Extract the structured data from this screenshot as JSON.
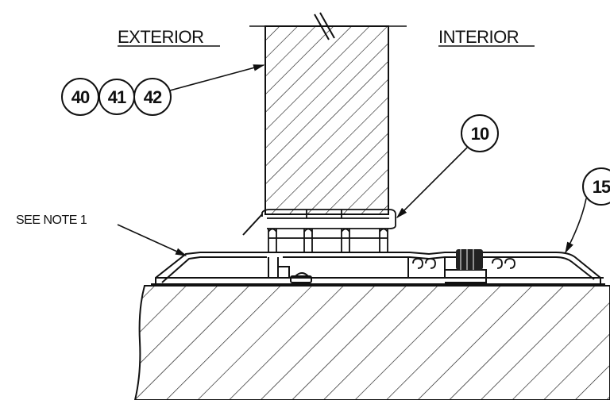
{
  "labels": {
    "exterior": "EXTERIOR",
    "interior": "INTERIOR",
    "see_note": "SEE NOTE 1"
  },
  "callouts": {
    "glass_a": "40",
    "glass_b": "41",
    "glass_c": "42",
    "glazing_tape": "10",
    "cap": "15"
  },
  "colors": {
    "line": "#111111",
    "gasket": "#222222",
    "background": "#ffffff"
  }
}
